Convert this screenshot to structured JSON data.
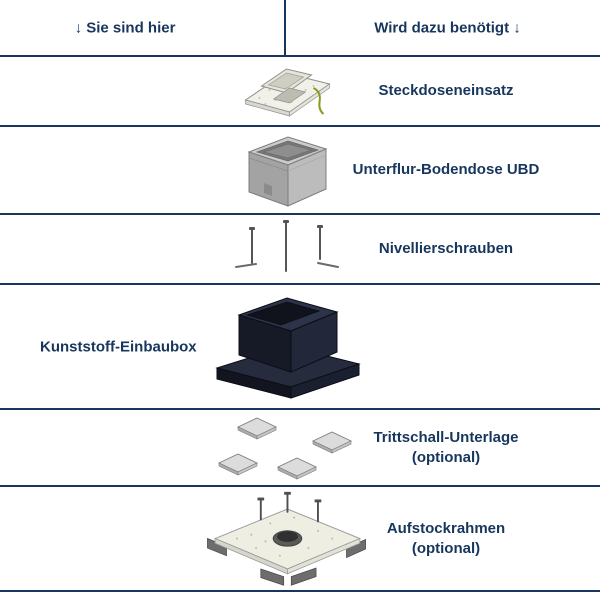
{
  "header": {
    "left": "↓ Sie sind hier",
    "right": "Wird dazu benötigt ↓"
  },
  "rows": [
    {
      "id": "steckdoseneinsatz",
      "label": "Steckdoseneinsatz"
    },
    {
      "id": "unterflur-bodendose",
      "label": "Unterflur-Bodendose UBD"
    },
    {
      "id": "nivellierschrauben",
      "label": "Nivellierschrauben"
    },
    {
      "id": "kunststoff-einbaubox",
      "left_label": "Kunststoff-Einbaubox"
    },
    {
      "id": "trittschall-unterlage",
      "label": "Trittschall-Unterlage",
      "sublabel": "(optional)"
    },
    {
      "id": "aufstockrahmen",
      "label": "Aufstockrahmen",
      "sublabel": "(optional)"
    }
  ],
  "colors": {
    "text": "#17365d",
    "line": "#17365d",
    "background": "#ffffff"
  }
}
